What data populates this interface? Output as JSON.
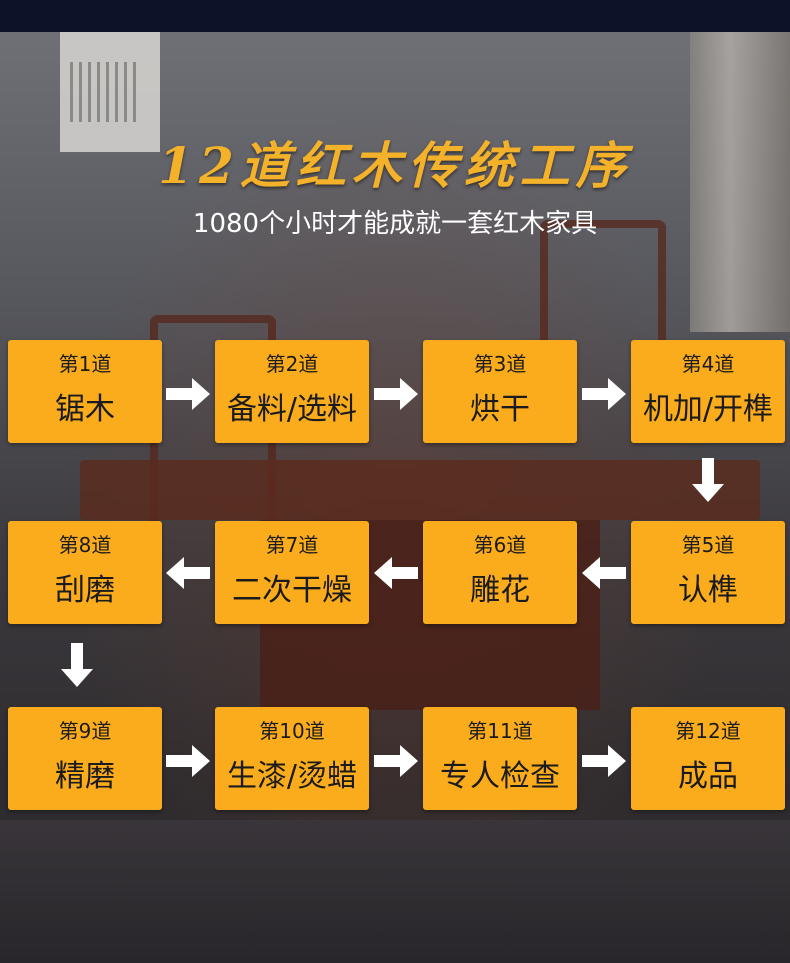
{
  "header": {
    "title": "12道红木传统工序",
    "subtitle": "1080个小时才能成就一套红木家具"
  },
  "colors": {
    "box": "#fbac1d",
    "title": "#f4b12a",
    "arrow": "#ffffff"
  },
  "steps": [
    {
      "num": "第1道",
      "name": "锯木"
    },
    {
      "num": "第2道",
      "name": "备料/选料"
    },
    {
      "num": "第3道",
      "name": "烘干"
    },
    {
      "num": "第4道",
      "name": "机加/开榫"
    },
    {
      "num": "第5道",
      "name": "认榫"
    },
    {
      "num": "第6道",
      "name": "雕花"
    },
    {
      "num": "第7道",
      "name": "二次干燥"
    },
    {
      "num": "第8道",
      "name": "刮磨"
    },
    {
      "num": "第9道",
      "name": "精磨"
    },
    {
      "num": "第10道",
      "name": "生漆/烫蜡"
    },
    {
      "num": "第11道",
      "name": "专人检查"
    },
    {
      "num": "第12道",
      "name": "成品"
    }
  ],
  "arrows": [
    "arrow-right-icon",
    "arrow-left-icon",
    "arrow-down-icon"
  ]
}
